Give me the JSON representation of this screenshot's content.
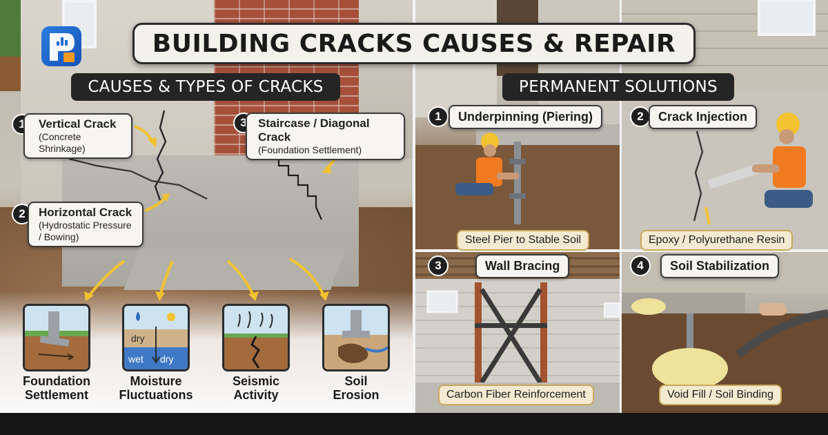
{
  "title": "BUILDING CRACKS CAUSES & REPAIR",
  "left_section": {
    "heading": "CAUSES & TYPES OF CRACKS",
    "cracks": [
      {
        "number": "1",
        "name": "Vertical Crack",
        "cause": "(Concrete Shrinkage)"
      },
      {
        "number": "2",
        "name": "Horizontal Crack",
        "cause": "(Hydrostatic Pressure / Bowing)"
      },
      {
        "number": "3",
        "name": "Staircase / Diagonal Crack",
        "cause": "(Foundation Settlement)"
      }
    ],
    "causes": [
      {
        "label_line1": "Foundation",
        "label_line2": "Settlement",
        "icon": "foundation-settlement-icon"
      },
      {
        "label_line1": "Moisture",
        "label_line2": "Fluctuations",
        "icon": "moisture-fluctuations-icon",
        "icon_text": {
          "dry1": "dry",
          "wet": "wet",
          "dry2": "dry"
        }
      },
      {
        "label_line1": "Seismic",
        "label_line2": "Activity",
        "icon": "seismic-activity-icon"
      },
      {
        "label_line1": "Soil",
        "label_line2": "Erosion",
        "icon": "soil-erosion-icon"
      }
    ]
  },
  "right_section": {
    "heading": "PERMANENT SOLUTIONS",
    "solutions": [
      {
        "number": "1",
        "name": "Underpinning (Piering)",
        "detail": "Steel Pier to Stable Soil"
      },
      {
        "number": "2",
        "name": "Crack Injection",
        "detail": "Epoxy / Polyurethane Resin"
      },
      {
        "number": "3",
        "name": "Wall Bracing",
        "detail": "Carbon Fiber Reinforcement"
      },
      {
        "number": "4",
        "name": "Soil Stabilization",
        "detail": "Void Fill / Soil Binding"
      }
    ]
  },
  "colors": {
    "arrow": "#f2c230",
    "heading_bg": "#252525",
    "label_bg": "#f7f5f0",
    "logo": "#1f6fd6",
    "logo_accent": "#f29a1f"
  }
}
